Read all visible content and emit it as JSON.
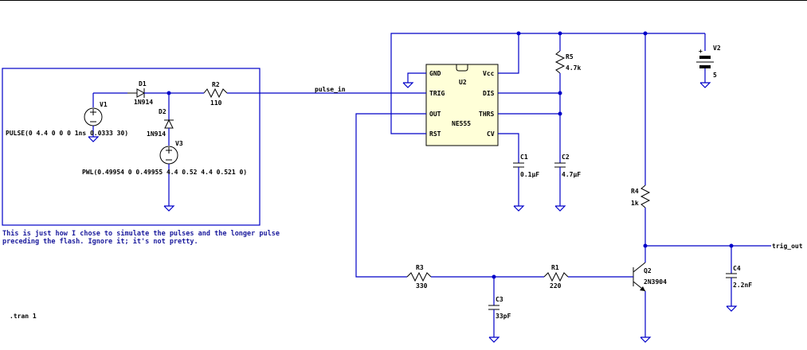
{
  "schematic": {
    "components": {
      "V1": {
        "ref": "V1",
        "value": "PULSE(0 4.4 0 0 0 1ns 0.0333 30)"
      },
      "V2": {
        "ref": "V2",
        "value": "5"
      },
      "V3": {
        "ref": "V3",
        "value": "PWL(0.49954 0 0.49955 4.4 0.52 4.4 0.521 0)"
      },
      "D1": {
        "ref": "D1",
        "value": "1N914"
      },
      "D2": {
        "ref": "D2",
        "value": "1N914"
      },
      "R1": {
        "ref": "R1",
        "value": "220"
      },
      "R2": {
        "ref": "R2",
        "value": "110"
      },
      "R3": {
        "ref": "R3",
        "value": "330"
      },
      "R4": {
        "ref": "R4",
        "value": "1k"
      },
      "R5": {
        "ref": "R5",
        "value": "4.7k"
      },
      "C1": {
        "ref": "C1",
        "value": "0.1µF"
      },
      "C2": {
        "ref": "C2",
        "value": "4.7µF"
      },
      "C3": {
        "ref": "C3",
        "value": "33pF"
      },
      "C4": {
        "ref": "C4",
        "value": "2.2nF"
      },
      "Q2": {
        "ref": "Q2",
        "value": "2N3904"
      },
      "U2": {
        "ref": "U2",
        "value": "NE555",
        "pins": {
          "gnd": "GND",
          "trig": "TRIG",
          "out": "OUT",
          "rst": "RST",
          "vcc": "Vcc",
          "dis": "DIS",
          "thrs": "THRS",
          "cv": "CV"
        }
      }
    },
    "nets": {
      "pulse_in": "pulse_in",
      "trig_out": "trig_out"
    },
    "comment_lines": [
      "This is just how I chose to simulate the pulses and the longer pulse",
      "preceding the flash. Ignore it; it's not pretty."
    ],
    "directive": ".tran 1"
  }
}
